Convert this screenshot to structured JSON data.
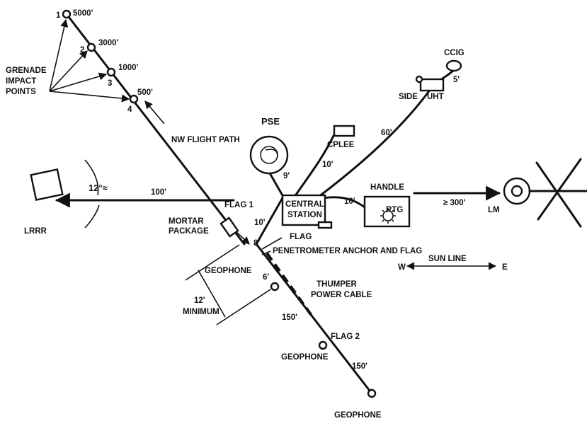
{
  "labels": {
    "grenade_impact_points": [
      "GRENADE",
      "IMPACT",
      "POINTS"
    ],
    "grenade_points": [
      {
        "number": "1",
        "range": "5000'"
      },
      {
        "number": "2",
        "range": "3000'"
      },
      {
        "number": "3",
        "range": "1000'"
      },
      {
        "number": "4",
        "range": "500'"
      }
    ],
    "nw_flight_path": "NW FLIGHT PATH",
    "pse": "PSE",
    "pse_distance": "9'",
    "cplee": "CPLEE",
    "cplee_distance": "10'",
    "ccig": "CCIG",
    "ccig_distance": "5'",
    "side": "SIDE",
    "uht": "UHT",
    "side_uht_distance": "60'",
    "central_station": [
      "CENTRAL",
      "STATION"
    ],
    "handle": "HANDLE",
    "rtg": "RTG",
    "rtg_distance": "10'",
    "lm": "LM",
    "lm_distance": "≥ 300'",
    "lrrr": "LRRR",
    "lrrr_distance": "100'",
    "angle": "12°≈",
    "flag_1": "FLAG 1",
    "mortar_package": [
      "MORTAR",
      "PACKAGE"
    ],
    "mortar_distance": "10'",
    "flag": "FLAG",
    "anchor_distance": "8'",
    "penetrometer": "PENETROMETER ANCHOR AND FLAG",
    "sun_line": "SUN LINE",
    "west": "W",
    "east": "E",
    "geophone_1": "GEOPHONE",
    "geophone_1_distance": "6'",
    "thumper": [
      "THUMPER",
      "POWER CABLE"
    ],
    "minimum": [
      "12'",
      "MINIMUM"
    ],
    "geophone_2_distance": "150'",
    "flag_2": "FLAG 2",
    "geophone_2": "GEOPHONE",
    "geophone_3_distance": "150'",
    "geophone_3": "GEOPHONE"
  }
}
